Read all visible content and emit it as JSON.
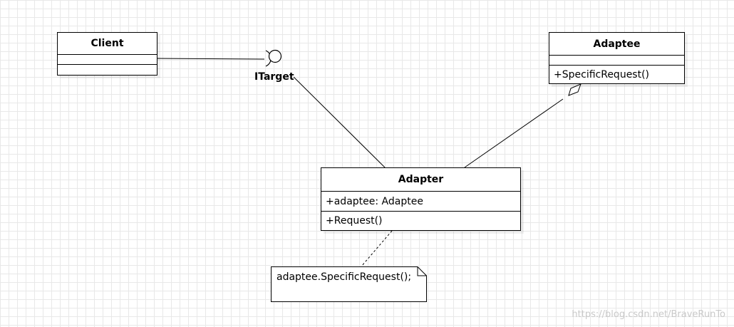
{
  "diagram": {
    "classes": {
      "client": {
        "name": "Client",
        "attributes": [],
        "operations": []
      },
      "adaptee": {
        "name": "Adaptee",
        "attributes": [],
        "operations": [
          "+SpecificRequest()"
        ]
      },
      "adapter": {
        "name": "Adapter",
        "attributes": [
          "+adaptee: Adaptee"
        ],
        "operations": [
          "+Request()"
        ]
      }
    },
    "interface": {
      "name": "ITarget"
    },
    "note": {
      "text": "adaptee.SpecificRequest();"
    },
    "relationships": [
      {
        "from": "Client",
        "to": "ITarget",
        "kind": "required-interface"
      },
      {
        "from": "Adapter",
        "to": "ITarget",
        "kind": "provided-interface"
      },
      {
        "from": "Adapter",
        "to": "Adaptee",
        "kind": "aggregation"
      },
      {
        "from": "Adapter",
        "to": "note",
        "kind": "note-anchor"
      }
    ]
  },
  "watermark": "https://blog.csdn.net/BraveRunTo",
  "colors": {
    "stroke": "#000000",
    "grid": "#e8e8e8",
    "watermark": "#c9c9c9"
  }
}
